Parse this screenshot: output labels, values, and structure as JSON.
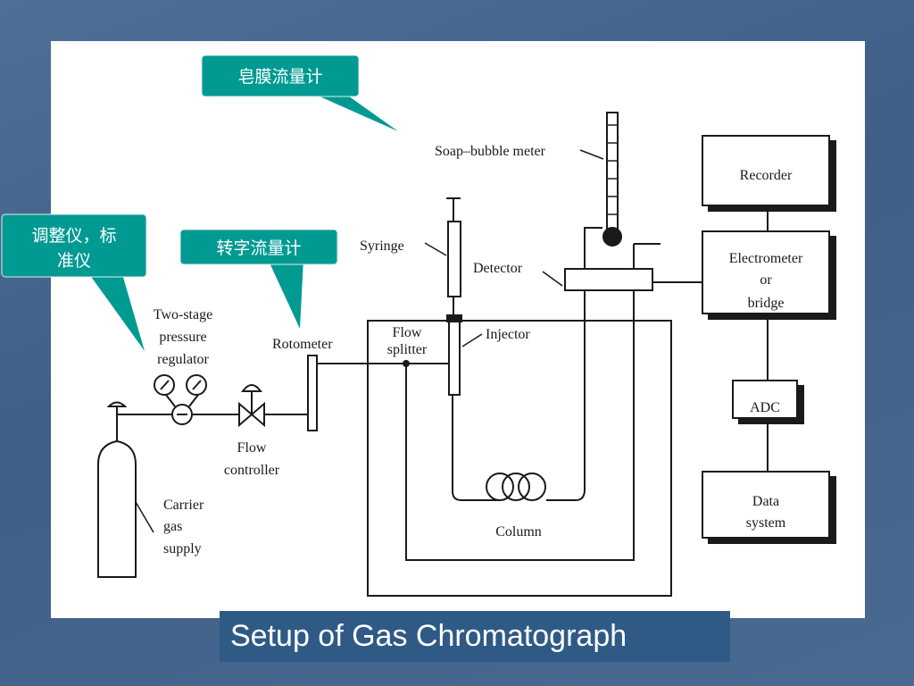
{
  "caption": "Setup of Gas Chromatograph",
  "colors": {
    "background": "#4a6a92",
    "callout_fill": "#009a93",
    "caption_bar": "#2f5a86"
  },
  "callouts": {
    "soap_bubble_cn": "皂膜流量计",
    "regulator_cn_line1": "调整仪，标",
    "regulator_cn_line2": "准仪",
    "rotameter_cn": "转字流量计"
  },
  "labels": {
    "soap_bubble_meter": "Soap–bubble meter",
    "recorder": "Recorder",
    "syringe": "Syringe",
    "detector": "Detector",
    "electrometer_1": "Electrometer",
    "electrometer_2": "or",
    "electrometer_3": "bridge",
    "two_stage_1": "Two-stage",
    "two_stage_2": "pressure",
    "two_stage_3": "regulator",
    "rotometer": "Rotometer",
    "flow_splitter_1": "Flow",
    "flow_splitter_2": "splitter",
    "injector": "Injector",
    "adc": "ADC",
    "flow_controller_1": "Flow",
    "flow_controller_2": "controller",
    "carrier_1": "Carrier",
    "carrier_2": "gas",
    "carrier_3": "supply",
    "column": "Column",
    "data_system_1": "Data",
    "data_system_2": "system"
  }
}
